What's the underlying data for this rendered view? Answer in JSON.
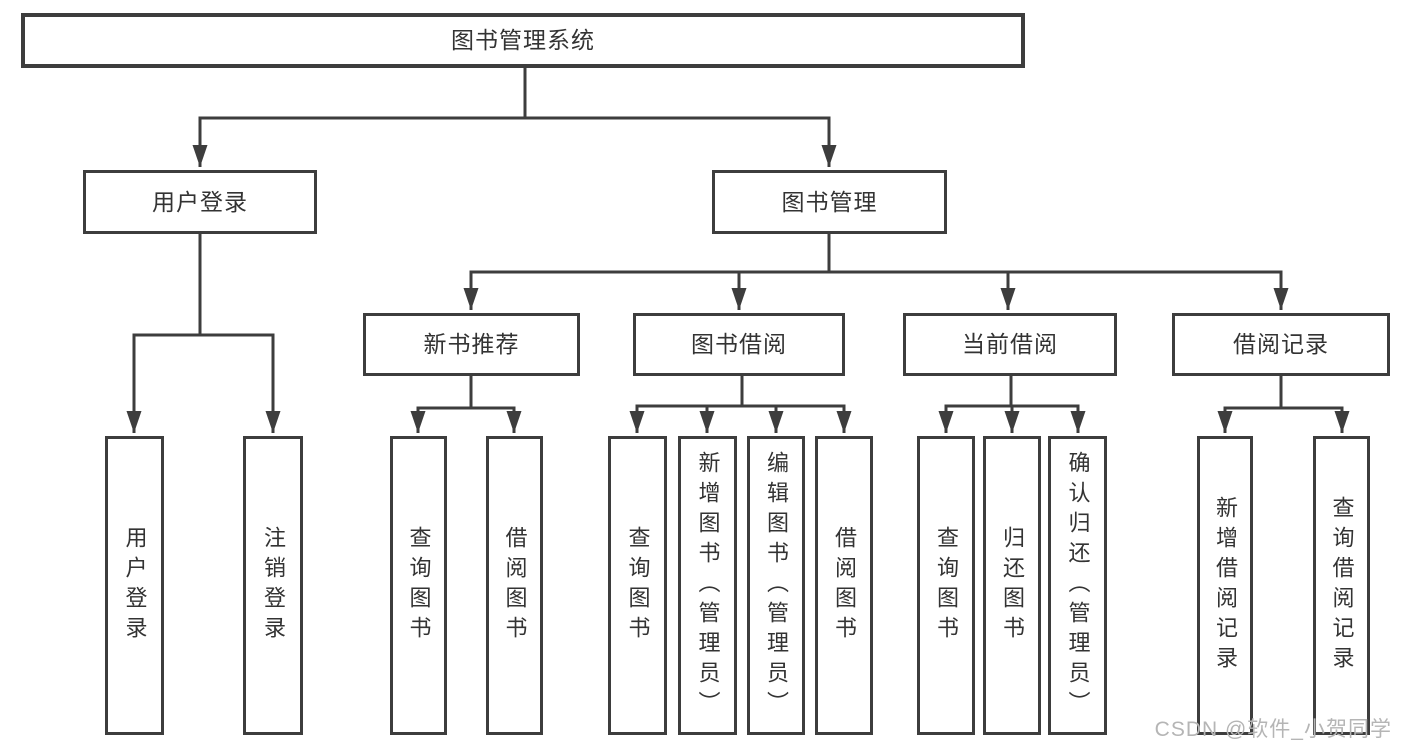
{
  "tree": {
    "label": "图书管理系统",
    "children": [
      {
        "label": "用户登录",
        "children": [
          {
            "label": "用户登录"
          },
          {
            "label": "注销登录"
          }
        ]
      },
      {
        "label": "图书管理",
        "children": [
          {
            "label": "新书推荐",
            "children": [
              {
                "label": "查询图书"
              },
              {
                "label": "借阅图书"
              }
            ]
          },
          {
            "label": "图书借阅",
            "children": [
              {
                "label": "查询图书"
              },
              {
                "label": "新增图书（管理员）"
              },
              {
                "label": "编辑图书（管理员）"
              },
              {
                "label": "借阅图书"
              }
            ]
          },
          {
            "label": "当前借阅",
            "children": [
              {
                "label": "查询图书"
              },
              {
                "label": "归还图书"
              },
              {
                "label": "确认归还（管理员）"
              }
            ]
          },
          {
            "label": "借阅记录",
            "children": [
              {
                "label": "新增借阅记录"
              },
              {
                "label": "查询借阅记录"
              }
            ]
          }
        ]
      }
    ]
  },
  "watermark": {
    "text": "CSDN @软件_小贺同学"
  },
  "colors": {
    "line": "#3d3d3d",
    "text": "#333333",
    "box_fill": "#ffffff",
    "watermark": "#b5b5b5",
    "background": "#ffffff"
  }
}
